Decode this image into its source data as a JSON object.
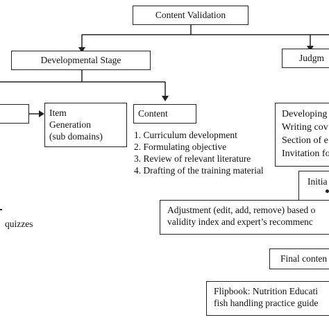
{
  "root": {
    "label": "Content Validation"
  },
  "developmental": {
    "label": "Developmental Stage"
  },
  "judgment": {
    "label_visible": "Judgm"
  },
  "item_generation": {
    "lines": [
      "Item",
      "Generation",
      "(sub domains)"
    ]
  },
  "content": {
    "label": "Content",
    "items": [
      "1. Curriculum development",
      "2. Formulating objective",
      "3. Review of relevant literature",
      "4. Drafting of the training material"
    ]
  },
  "judgment_steps": {
    "lines": [
      "Developing",
      "Writing cov",
      "Section of e",
      "Invitation fo"
    ]
  },
  "initial": {
    "label": "Initia"
  },
  "left_fragment": {
    "label": "quizzes"
  },
  "adjustment": {
    "lines": [
      "Adjustment (edit, add, remove) based o",
      "validity index and expert’s recommenc"
    ]
  },
  "final": {
    "label": "Final conten"
  },
  "flipbook": {
    "lines": [
      "Flipbook: Nutrition Educati",
      "fish handling practice guide"
    ]
  }
}
